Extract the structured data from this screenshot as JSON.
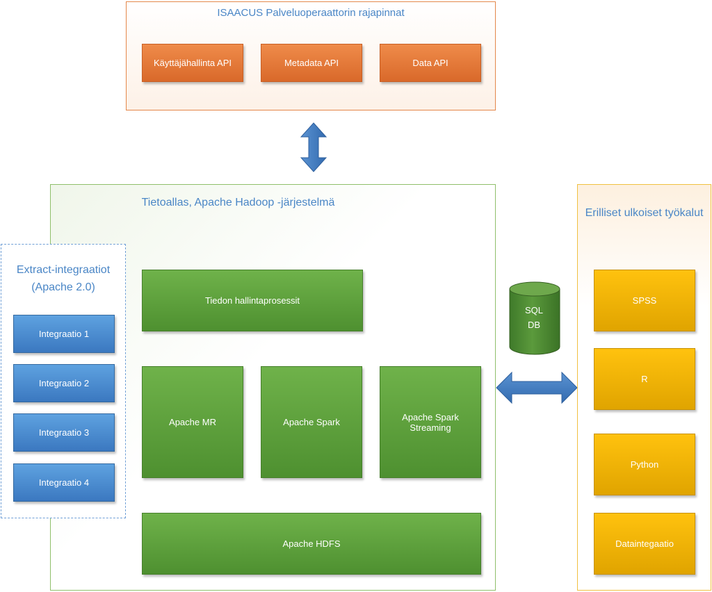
{
  "api": {
    "title": "ISAACUS Palveluoperaattorin rajapinnat",
    "boxes": [
      "Käyttäjähallinta API",
      "Metadata API",
      "Data API"
    ]
  },
  "hadoop": {
    "title": "Tietoallas, Apache Hadoop -järjestelmä",
    "management": "Tiedon hallintaprosessit",
    "engines": [
      "Apache MR",
      "Apache Spark",
      "Apache Spark Streaming"
    ],
    "storage": "Apache HDFS"
  },
  "extract": {
    "title_line1": "Extract-integraatiot",
    "title_line2": "(Apache 2.0)",
    "items": [
      "Integraatio 1",
      "Integraatio 2",
      "Integraatio 3",
      "Integraatio 4"
    ]
  },
  "database": {
    "line1": "SQL",
    "line2": "DB"
  },
  "tools": {
    "title": "Erilliset ulkoiset työkalut",
    "items": [
      "SPSS",
      "R",
      "Python",
      "Dataintegaatio"
    ]
  },
  "colors": {
    "api_accent": "#e4874a",
    "hadoop_accent": "#6fb24a",
    "extract_accent": "#5ea2e0",
    "tools_accent": "#ffc20e",
    "arrow": "#3f79bd",
    "title_text": "#4a86c6"
  }
}
